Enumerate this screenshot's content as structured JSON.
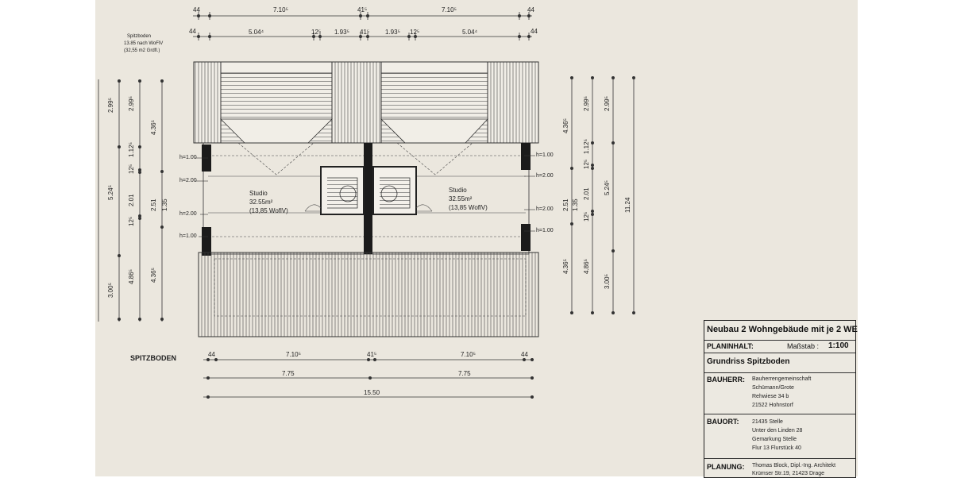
{
  "drawing": {
    "top_dims_row1": {
      "end_left": "44",
      "span_left": "7.10⁵",
      "mid": "41⁵",
      "span_right": "7.10⁵",
      "end_right": "44"
    },
    "top_dims_row2": {
      "end_left": "44",
      "seg1": "5.04⁴",
      "seg2": "12⁵",
      "seg3": "1.93⁵",
      "mid": "41⁵",
      "seg4": "1.93⁵",
      "seg5": "12⁵",
      "seg6": "5.04⁴",
      "end_right": "44"
    },
    "note_left": [
      "Spitzboden",
      "13.85 nach WoFlV",
      "(32,55 m2 Grdfl.)"
    ],
    "left_vdims": {
      "col1": [
        "2.99⁵",
        "5.24⁵",
        "3.00⁵"
      ],
      "col2": [
        "2.99⁵",
        "1.12⁵",
        "12⁵",
        "2.01",
        "12⁵",
        "4.86⁵"
      ],
      "col3": [
        "4.36⁵",
        "2.51",
        "1.35",
        "4.36⁵"
      ]
    },
    "right_vdims": {
      "col1": [
        "4.36⁵",
        "2.51",
        "1.35",
        "4.36⁵"
      ],
      "col2": [
        "2.99⁵",
        "1.12⁵",
        "12⁵",
        "2.01",
        "12⁵",
        "4.86⁵"
      ],
      "col3": [
        "2.99⁵",
        "5.24⁵",
        "3.00⁵"
      ],
      "col4": [
        "11.24"
      ]
    },
    "height_notes_left": [
      "h=1.00",
      "h=2.00",
      "h=2.00",
      "h=1.00"
    ],
    "height_notes_right": [
      "h=1.00",
      "h=2.00",
      "h=2.00",
      "h=1.00"
    ],
    "rooms": [
      {
        "name": "Studio",
        "area": "32.55m²",
        "wofl": "(13,85 WoflV)"
      },
      {
        "name": "Studio",
        "area": "32.55m²",
        "wofl": "(13,85 WoflV)"
      }
    ],
    "section_label": "SPITZBODEN",
    "bottom_dims_row1": {
      "end_left": "44",
      "span_left": "7.10⁵",
      "mid": "41⁵",
      "span_right": "7.10⁵",
      "end_right": "44"
    },
    "bottom_dims_row2": {
      "left": "7.75",
      "right": "7.75"
    },
    "bottom_dims_row3": {
      "total": "15.50"
    }
  },
  "title_block": {
    "project": "Neubau 2 Wohngebäude mit je 2 WE",
    "planinhalt_label": "PLANINHALT:",
    "scale_label": "Maßstab :",
    "scale_value": "1:100",
    "plan_name": "Grundriss Spitzboden",
    "bauherr_label": "BAUHERR:",
    "bauherr_lines": [
      "Bauherrengemeinschaft",
      "Schümann/Grote",
      "Rehwiese 34 b",
      "21522 Hohnstorf"
    ],
    "bauort_label": "BAUORT:",
    "bauort_lines": [
      "21435 Stelle",
      "Unter den Linden 28",
      "Gemarkung Stelle",
      "Flur 13 Flurstück 40"
    ],
    "planung_label": "PLANUNG:",
    "planung_lines": [
      "Thomas Block, Dipl.-Ing. Architekt",
      "Krümser Str.19, 21423 Drage"
    ]
  }
}
